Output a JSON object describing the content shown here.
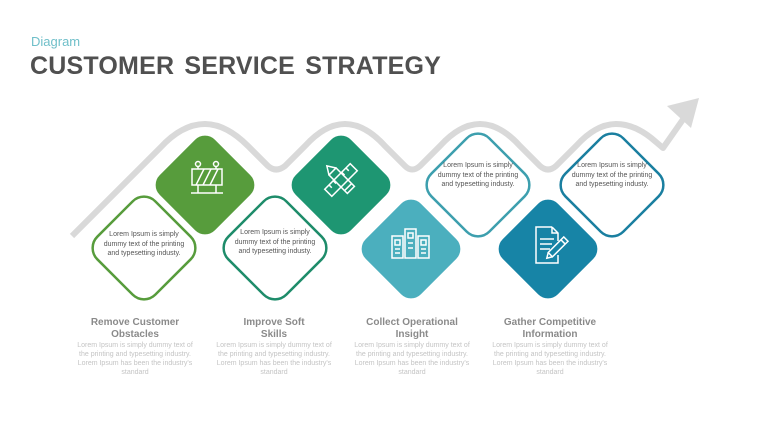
{
  "header": {
    "subtitle": "Diagram",
    "title": "CUSTOMER SERVICE STRATEGY"
  },
  "colors": {
    "subtitle": "#6fbfc9",
    "title": "#505050",
    "path": "#d9d9d9",
    "green": "#579c3c",
    "teal_green": "#1e9672",
    "light_teal": "#4bafbe",
    "blue": "#1784a6"
  },
  "boxes": [
    {
      "text": "Lorem Ipsum is simply dummy text of the printing and typesetting industy."
    },
    {
      "text": "Lorem Ipsum is simply dummy text of the printing and typesetting industy."
    },
    {
      "text": "Lorem Ipsum is simply dummy text of the printing and typesetting industy."
    },
    {
      "text": "Lorem Ipsum is simply dummy text of the printing and typesetting industy."
    }
  ],
  "icons": [
    {
      "name": "barrier-icon"
    },
    {
      "name": "pencil-ruler-icon"
    },
    {
      "name": "buildings-icon"
    },
    {
      "name": "document-edit-icon"
    }
  ],
  "steps": [
    {
      "title_line1": "Remove Customer",
      "title_line2": "Obstacles",
      "desc": "Lorem Ipsum is simply dummy text of the printing and typesetting industry. Lorem Ipsum has been the industry's standard"
    },
    {
      "title_line1": "Improve Soft",
      "title_line2": "Skills",
      "desc": "Lorem Ipsum is simply dummy text of the printing and typesetting industry. Lorem Ipsum has been the industry's standard"
    },
    {
      "title_line1": "Collect Operational",
      "title_line2": "Insight",
      "desc": "Lorem Ipsum is simply dummy text of the printing and typesetting industry. Lorem Ipsum has been the industry's standard"
    },
    {
      "title_line1": "Gather Competitive",
      "title_line2": "Information",
      "desc": "Lorem Ipsum is simply dummy text of the printing and typesetting industry. Lorem Ipsum has been the industry's standard"
    }
  ]
}
